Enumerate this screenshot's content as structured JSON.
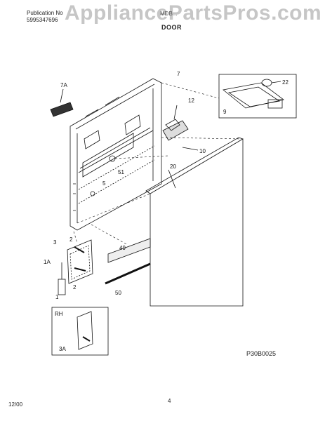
{
  "header": {
    "publication_label": "Publication No",
    "publication_number": "5995347696",
    "model": "MDB...",
    "section_title": "DOOR"
  },
  "watermark": "AppliancePartsPros.com",
  "callouts": {
    "c7A": "7A",
    "c7": "7",
    "c12": "12",
    "c22": "22",
    "c9": "9",
    "c10": "10",
    "c51": "51",
    "c20": "20",
    "c5": "5",
    "c3": "3",
    "c2a": "2",
    "c1A": "1A",
    "c2b": "2",
    "c1": "1",
    "c49": "49",
    "c50": "50",
    "cRH": "RH",
    "c3A": "3A"
  },
  "footer": {
    "drawing_code": "P30B0025",
    "date": "12/00",
    "page_number": "4"
  }
}
